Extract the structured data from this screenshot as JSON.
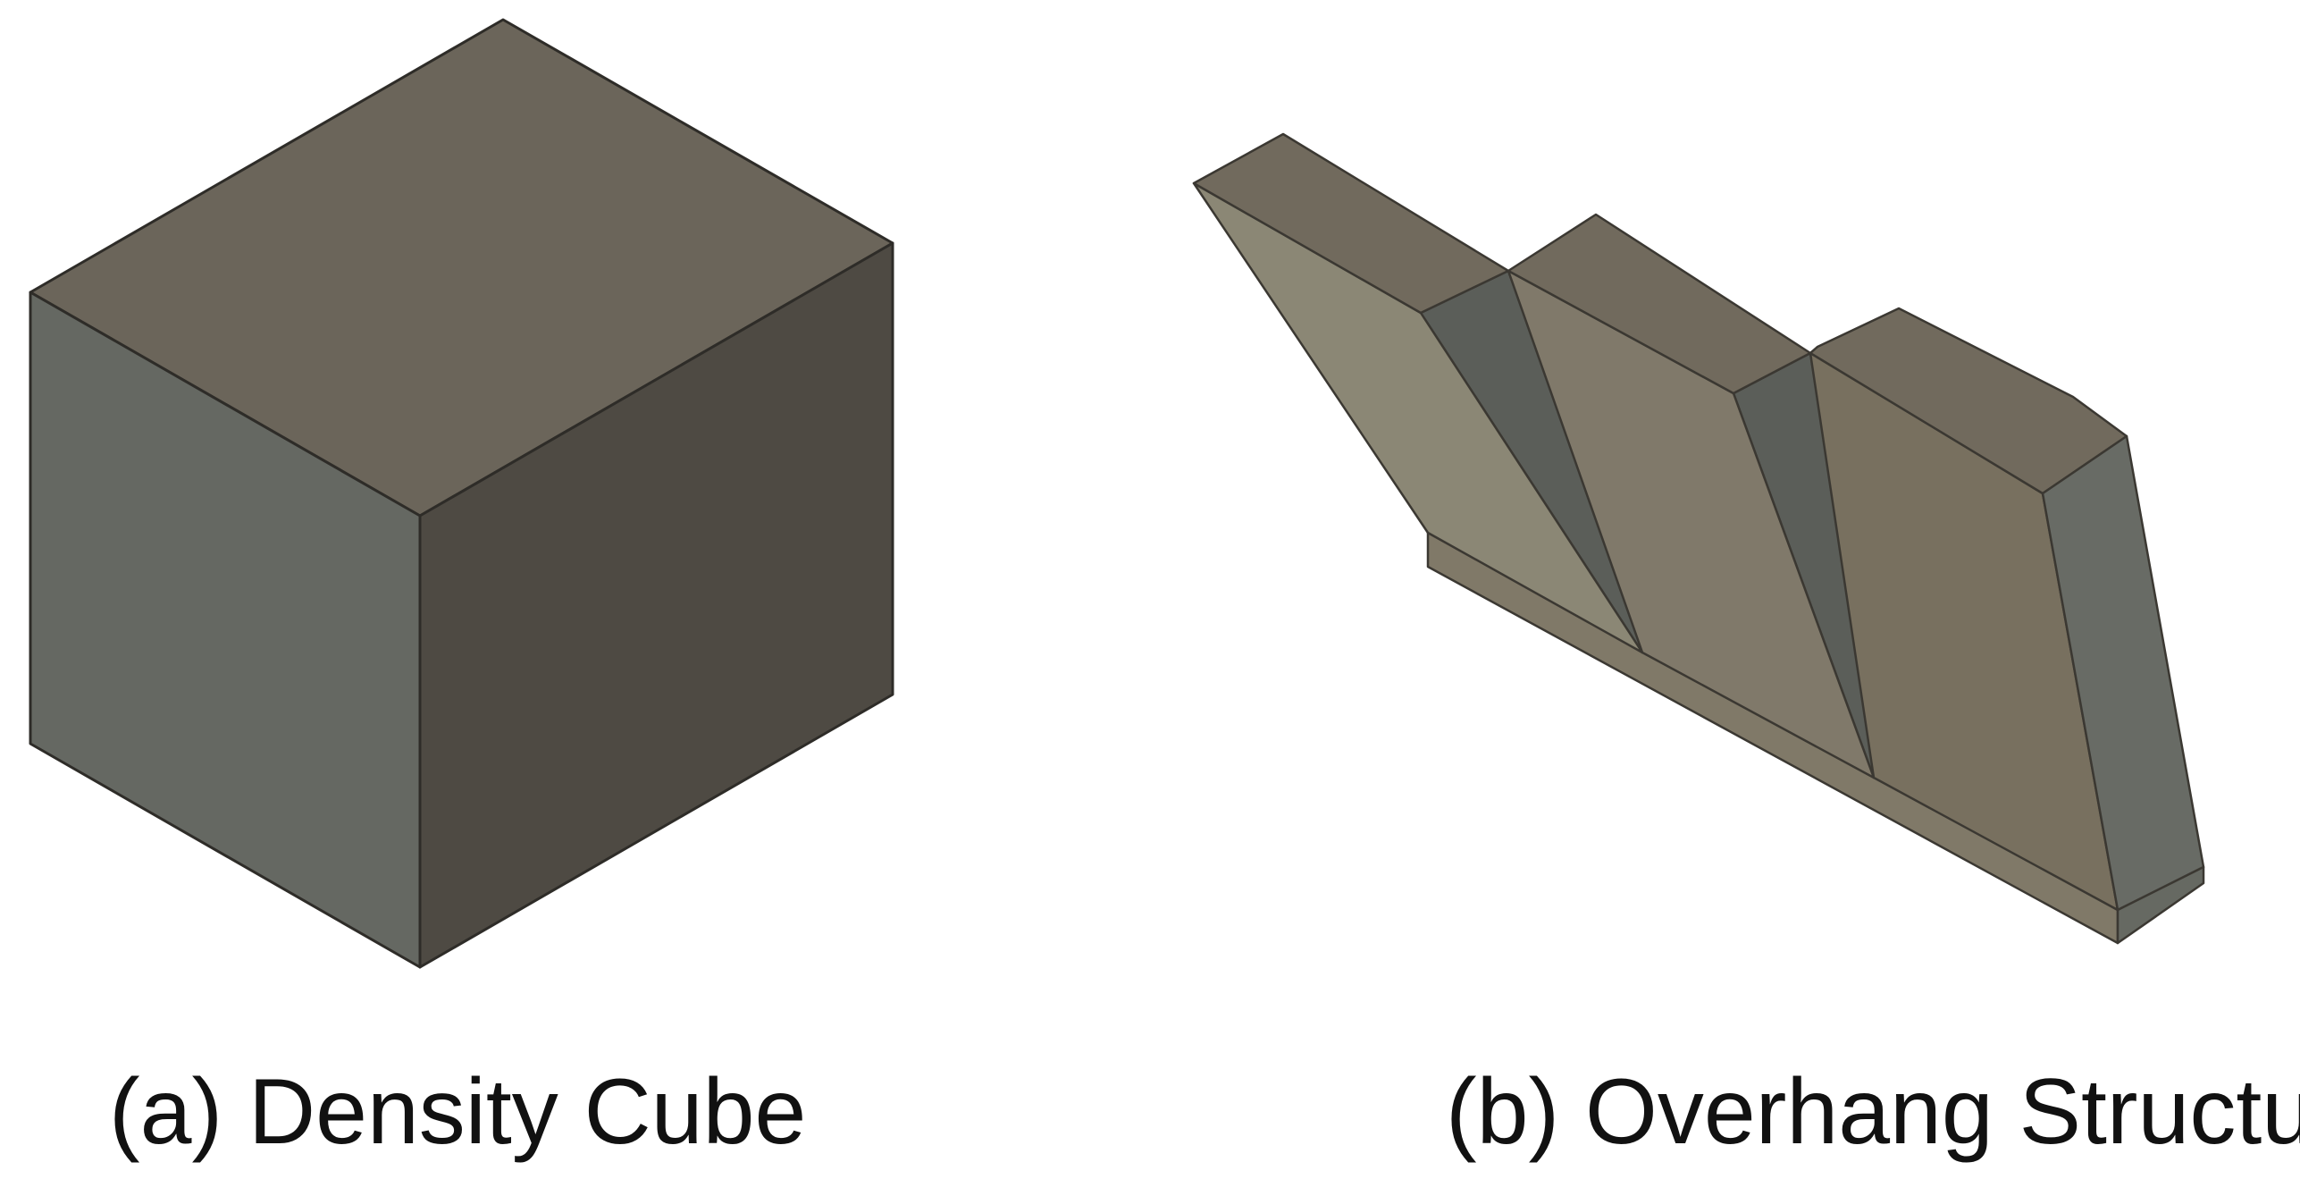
{
  "panels": [
    {
      "caption": "(a) Density Cube",
      "object": "density-cube",
      "colors": {
        "top": "#6b655a",
        "left": "#656862",
        "right": "#4e4a43",
        "edge": "#2e2c28"
      }
    },
    {
      "caption": "(b) Overhang Structure",
      "object": "overhang-structure",
      "colors": {
        "top": "#716a5d",
        "slope_light": "#8b8775",
        "slope_mid": "#80796a",
        "slope_dark": "#78705f",
        "gap_dark": "#5b5e59",
        "right_end": "#686b65",
        "base": "#7d7767",
        "edge": "#3b3832"
      }
    }
  ]
}
